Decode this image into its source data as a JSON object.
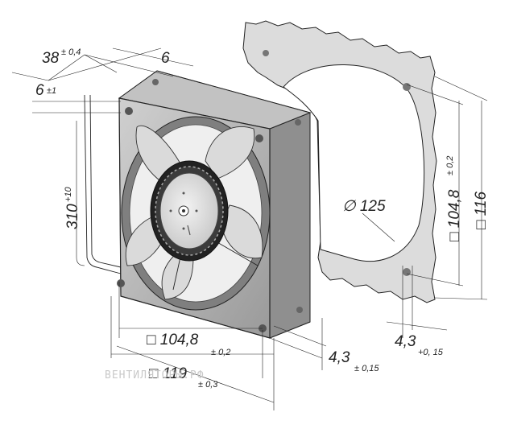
{
  "dimensions": {
    "depth": {
      "value": "38",
      "tol": "± 0,4"
    },
    "flange": {
      "value": "6"
    },
    "lead_offset": {
      "value": "6",
      "tol": "±1"
    },
    "lead_length": {
      "value": "310",
      "tol": "+10"
    },
    "hole_spacing_front": {
      "value": "□ 104,8",
      "tol": "± 0,2"
    },
    "frame_width": {
      "value": "□ 119",
      "tol": "± 0,3"
    },
    "hole_dia_front": {
      "value": "4,3",
      "tol": "± 0,15"
    },
    "hole_dia_plate": {
      "value": "4,3",
      "tol": "+0, 15"
    },
    "opening_dia": {
      "value": "∅ 125"
    },
    "hole_spacing_plate": {
      "value": "□ 104,8",
      "tol": "± 0,2"
    },
    "plate_width": {
      "value": "□ 116"
    }
  },
  "watermark": "ВЕНТИЛЯТОРЫ.РФ",
  "colors": {
    "frame": "#b9b9b9",
    "frame_dark": "#8a8a8a",
    "blade": "#d9d9d9",
    "hub": "#e6e6e6",
    "plate": "#dcdcdc",
    "ink": "#222222"
  }
}
